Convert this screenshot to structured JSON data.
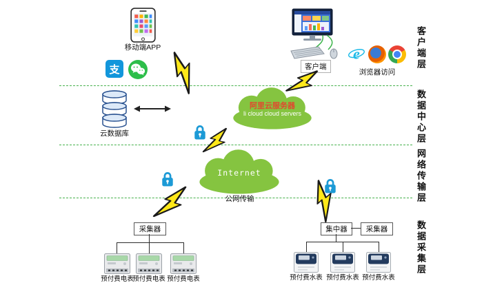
{
  "layers": {
    "client": "客户端层",
    "datacenter": "数据中心层",
    "network": "网络传输层",
    "collection": "数据采集层"
  },
  "client_layer": {
    "mobile_app": "移动端APP",
    "alipay_glyph": "支",
    "client": "客户端",
    "browser_access": "浏览器访问"
  },
  "datacenter_layer": {
    "cloud_db": "云数据库",
    "ali_cloud_title": "阿里云服务器",
    "ali_cloud_subtitle": "li cloud  cloud servers"
  },
  "network_layer": {
    "internet": "Internet",
    "public_transfer": "公网传输"
  },
  "collection_layer": {
    "collector_left": "采集器",
    "concentrator": "集中器",
    "collector_right": "采集器",
    "electric_meters": [
      "预付费电表",
      "预付费电表",
      "预付费电表"
    ],
    "water_meters": [
      "预付费水表",
      "预付费水表",
      "预付费水表"
    ]
  },
  "colors": {
    "cloud_green": "#85c440",
    "separator_green": "#44b04a",
    "bolt_yellow": "#ffe81a",
    "lock_blue": "#1c9ad6",
    "ali_title_orange": "#e0492f"
  }
}
